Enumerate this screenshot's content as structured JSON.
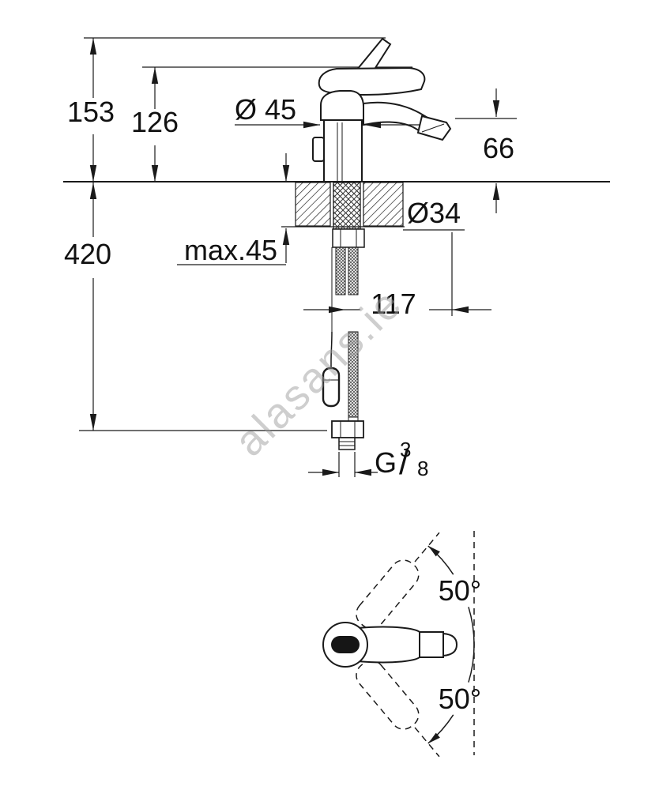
{
  "watermark": {
    "text": "alasans.ie"
  },
  "side_view": {
    "dims": {
      "total_height": "153",
      "body_height": "126",
      "body_diameter": "Ø 45",
      "spout_height": "66",
      "hose_length": "420",
      "max_deck": "max.45",
      "hole_diameter": "Ø34",
      "center_to_edge": "117"
    },
    "thread": {
      "letter": "G",
      "numerator": "3",
      "slash": "/",
      "denominator": "8"
    }
  },
  "top_view": {
    "upper_angle": "50°",
    "lower_angle": "50°"
  }
}
